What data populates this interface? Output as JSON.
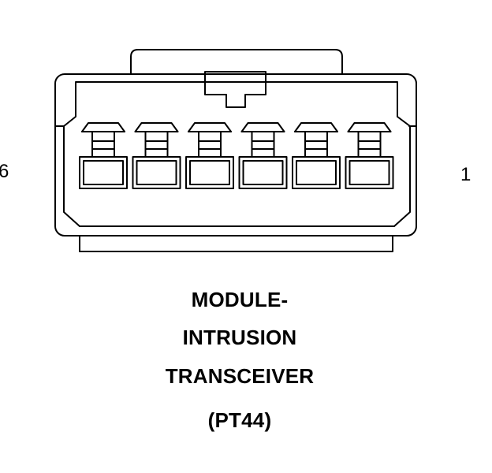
{
  "diagram": {
    "pin_left": "6",
    "pin_right": "1",
    "cavity_count": 6,
    "caption": [
      "MODULE-",
      "INTRUSION",
      "TRANSCEIVER",
      "(PT44)"
    ],
    "stroke_color": "#000000",
    "background_color": "#ffffff"
  }
}
